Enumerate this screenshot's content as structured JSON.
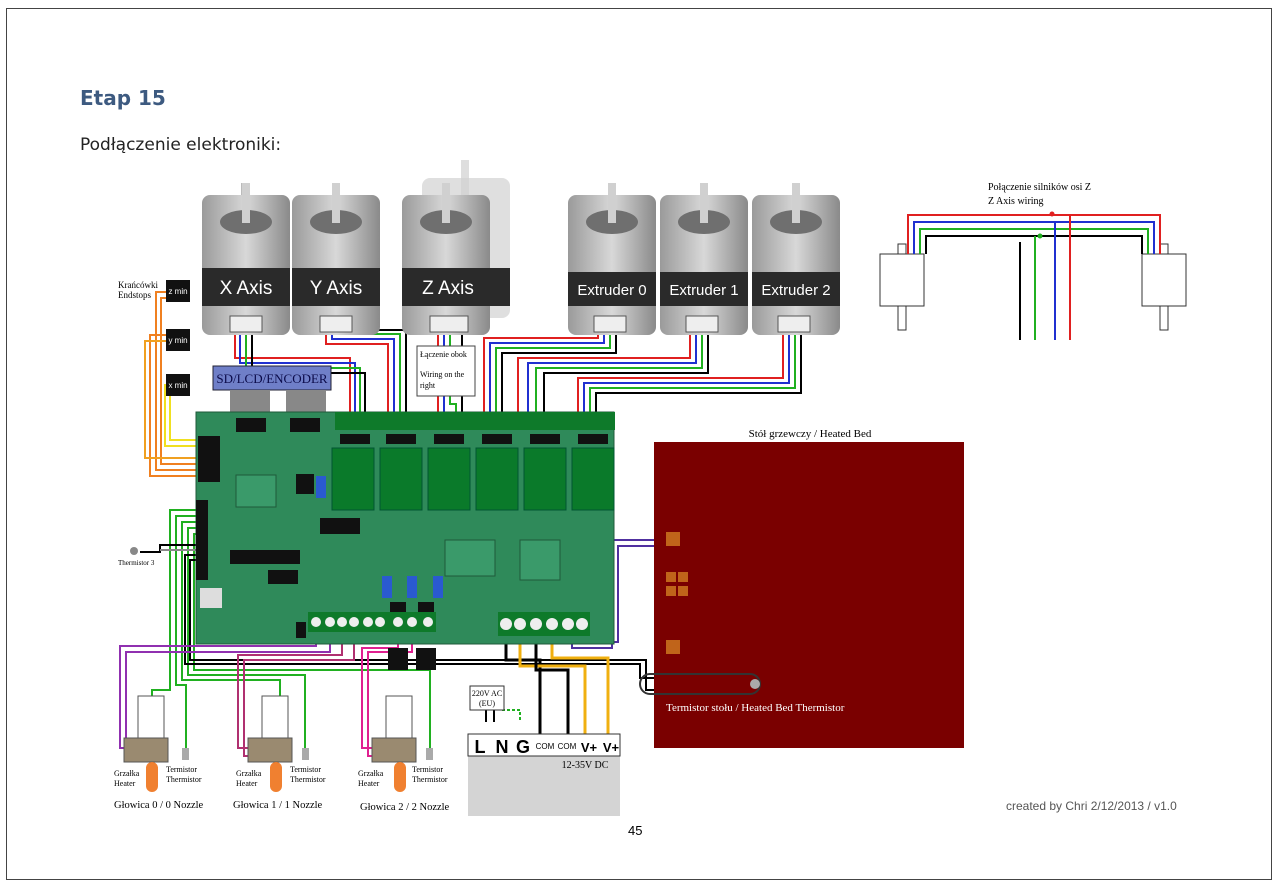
{
  "page": {
    "step_title": "Etap 15",
    "subtitle": "Podłączenie elektroniki:",
    "page_number": "45",
    "credit": "created by Chri 2/12/2013 / v1.0"
  },
  "motors": [
    {
      "label": "X Axis"
    },
    {
      "label": "Y Axis"
    },
    {
      "label": "Z Axis"
    },
    {
      "label": "Extruder 0"
    },
    {
      "label": "Extruder 1"
    },
    {
      "label": "Extruder 2"
    }
  ],
  "endstops": {
    "title_line1": "Krańcówki",
    "title_line2": "Endstops",
    "items": [
      "z min",
      "y min",
      "x min"
    ]
  },
  "lcd_label": "SD/LCD/ENCODER",
  "z_wiring_note": {
    "line1": "Łączenie obok",
    "line2": "Wiring on the",
    "line3": "right"
  },
  "z_axis_wiring": {
    "line1": "Połączenie silników osi Z",
    "line2": "Z Axis wiring"
  },
  "heated_bed": {
    "title": "Stół grzewczy / Heated Bed",
    "thermistor": "Termistor stołu / Heated Bed Thermistor"
  },
  "thermistor3": "Thermistor 3",
  "nozzles": [
    {
      "heater1": "Grzałka",
      "heater2": "Heater",
      "therm1": "Termistor",
      "therm2": "Thermistor",
      "name": "Głowica 0 / 0 Nozzle"
    },
    {
      "heater1": "Grzałka",
      "heater2": "Heater",
      "therm1": "Termistor",
      "therm2": "Thermistor",
      "name": "Głowica 1 / 1 Nozzle"
    },
    {
      "heater1": "Grzałka",
      "heater2": "Heater",
      "therm1": "Termistor",
      "therm2": "Thermistor",
      "name": "Głowica 2 / 2 Nozzle"
    }
  ],
  "power_supply": {
    "ac_line1": "220V AC",
    "ac_line2": "(EU)",
    "terminals": [
      "L",
      "N",
      "G",
      "COM",
      "COM",
      "V+",
      "V+"
    ],
    "voltage": "12-35V DC"
  },
  "colors": {
    "title": "#3d5a80",
    "board": "#2f8a5a",
    "bed": "#7a0000",
    "motor_band": "#2a2a2a"
  }
}
